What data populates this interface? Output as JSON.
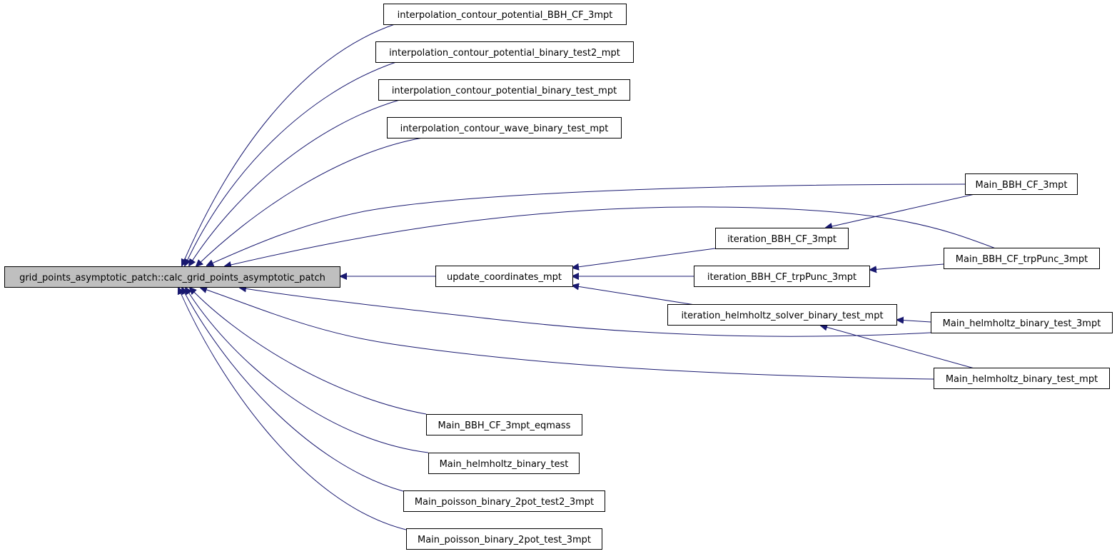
{
  "graph": {
    "edge_color": "#191970",
    "root_fill": "#bfbfbf",
    "node_fill": "#ffffff",
    "border_color": "#000000",
    "root": {
      "id": "root",
      "label": "grid_points_asymptotic_patch::calc_grid_points_asymptotic_patch"
    },
    "nodes": [
      {
        "id": "n_interp_bbh",
        "label": "interpolation_contour_potential_BBH_CF_3mpt"
      },
      {
        "id": "n_interp_test2",
        "label": "interpolation_contour_potential_binary_test2_mpt"
      },
      {
        "id": "n_interp_test",
        "label": "interpolation_contour_potential_binary_test_mpt"
      },
      {
        "id": "n_interp_wave",
        "label": "interpolation_contour_wave_binary_test_mpt"
      },
      {
        "id": "n_main_bbh",
        "label": "Main_BBH_CF_3mpt"
      },
      {
        "id": "n_iter_bbh",
        "label": "iteration_BBH_CF_3mpt"
      },
      {
        "id": "n_main_trp",
        "label": "Main_BBH_CF_trpPunc_3mpt"
      },
      {
        "id": "n_update",
        "label": "update_coordinates_mpt"
      },
      {
        "id": "n_iter_trp",
        "label": "iteration_BBH_CF_trpPunc_3mpt"
      },
      {
        "id": "n_iter_helm",
        "label": "iteration_helmholtz_solver_binary_test_mpt"
      },
      {
        "id": "n_main_helm_3mpt",
        "label": "Main_helmholtz_binary_test_3mpt"
      },
      {
        "id": "n_main_helm_mpt",
        "label": "Main_helmholtz_binary_test_mpt"
      },
      {
        "id": "n_main_eqmass",
        "label": "Main_BBH_CF_3mpt_eqmass"
      },
      {
        "id": "n_main_helm",
        "label": "Main_helmholtz_binary_test"
      },
      {
        "id": "n_main_poisson2",
        "label": "Main_poisson_binary_2pot_test2_3mpt"
      },
      {
        "id": "n_main_poisson",
        "label": "Main_poisson_binary_2pot_test_3mpt"
      }
    ],
    "edges": [
      {
        "from": "n_interp_bbh",
        "to": "root"
      },
      {
        "from": "n_interp_test2",
        "to": "root"
      },
      {
        "from": "n_interp_test",
        "to": "root"
      },
      {
        "from": "n_interp_wave",
        "to": "root"
      },
      {
        "from": "n_main_bbh",
        "to": "root"
      },
      {
        "from": "n_main_trp",
        "to": "root"
      },
      {
        "from": "n_update",
        "to": "root"
      },
      {
        "from": "n_main_helm_3mpt",
        "to": "root"
      },
      {
        "from": "n_main_helm_mpt",
        "to": "root"
      },
      {
        "from": "n_main_eqmass",
        "to": "root"
      },
      {
        "from": "n_main_helm",
        "to": "root"
      },
      {
        "from": "n_main_poisson2",
        "to": "root"
      },
      {
        "from": "n_main_poisson",
        "to": "root"
      },
      {
        "from": "n_iter_bbh",
        "to": "n_update"
      },
      {
        "from": "n_iter_trp",
        "to": "n_update"
      },
      {
        "from": "n_iter_helm",
        "to": "n_update"
      },
      {
        "from": "n_main_bbh",
        "to": "n_iter_bbh"
      },
      {
        "from": "n_main_trp",
        "to": "n_iter_trp"
      },
      {
        "from": "n_main_helm_3mpt",
        "to": "n_iter_helm"
      },
      {
        "from": "n_main_helm_mpt",
        "to": "n_iter_helm"
      }
    ]
  }
}
